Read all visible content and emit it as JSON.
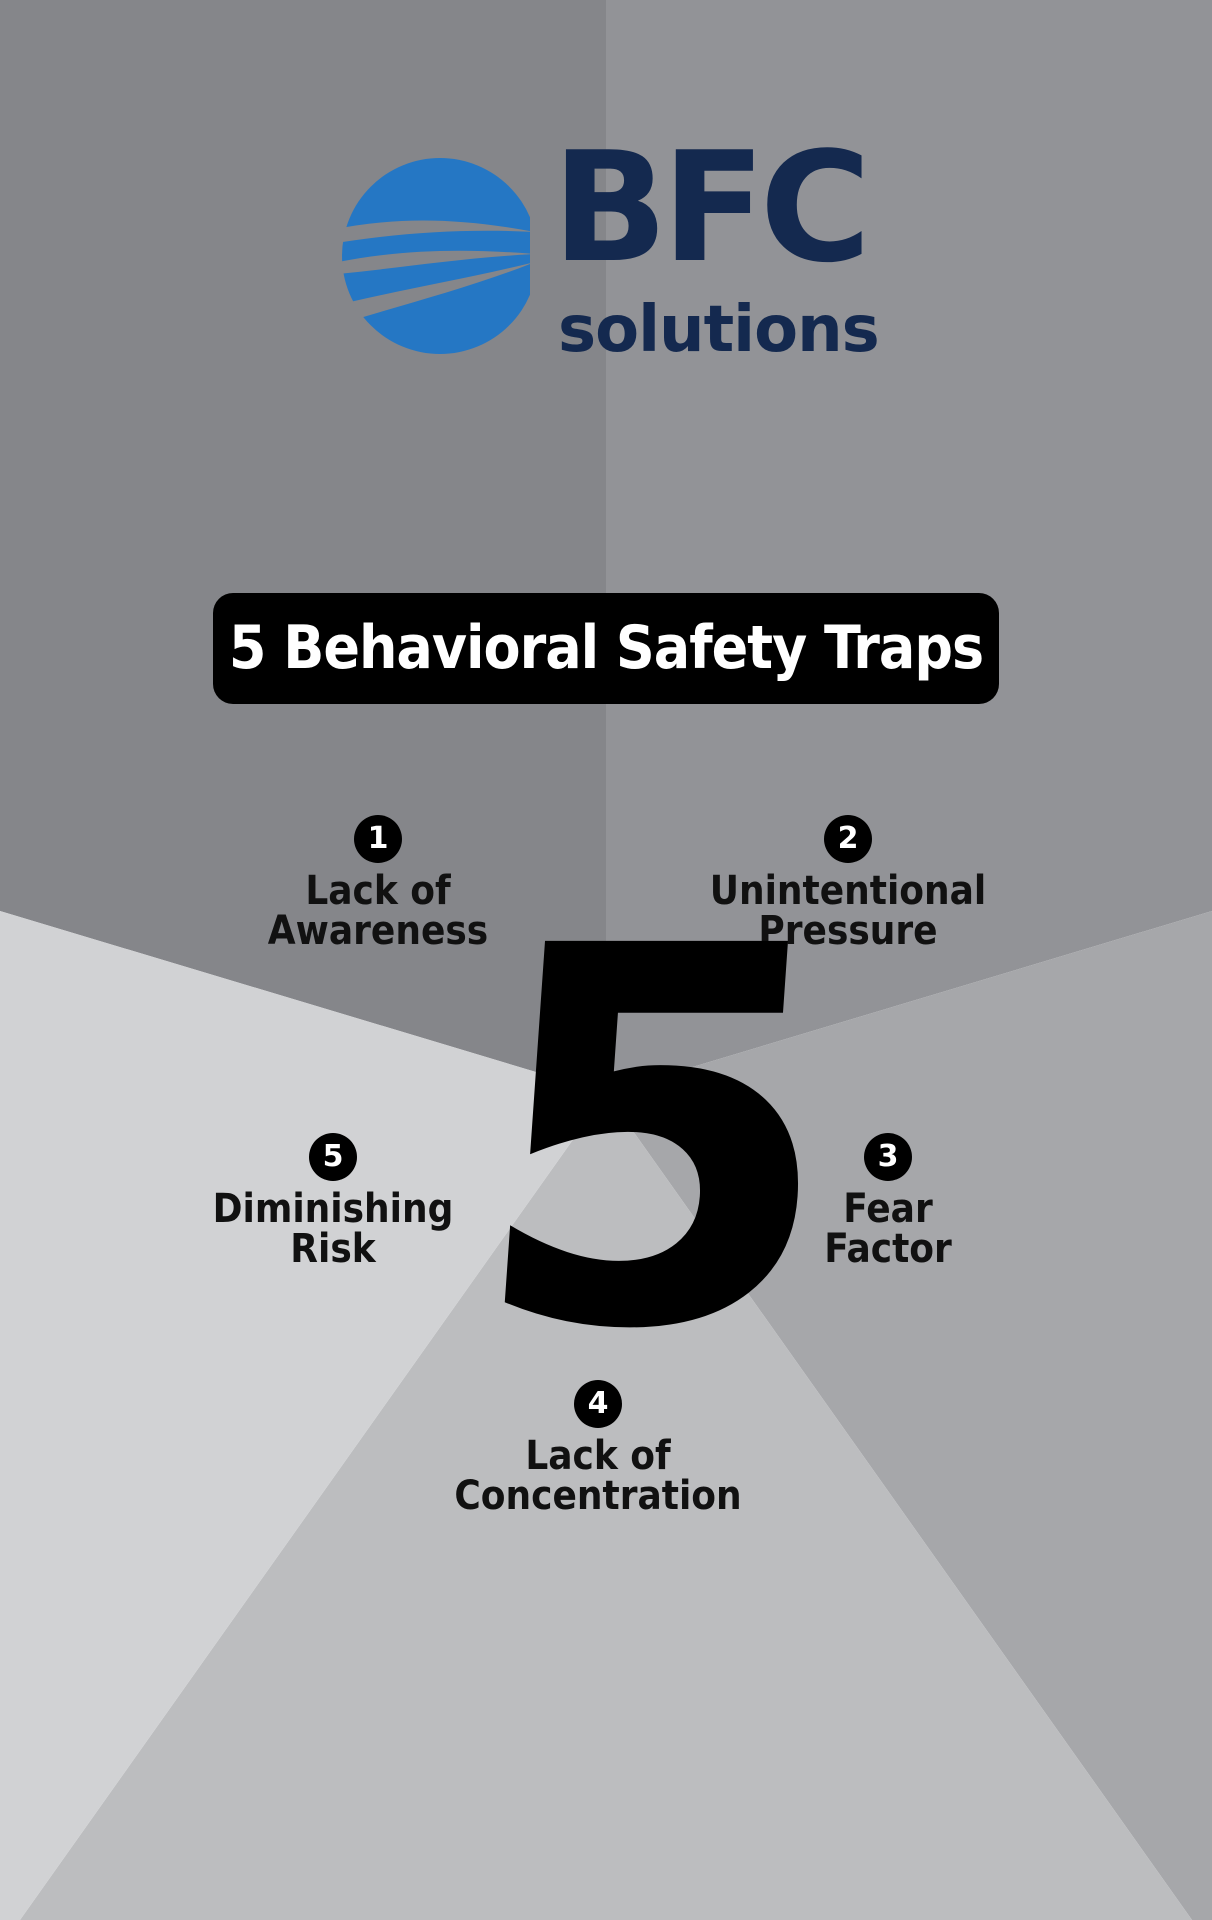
{
  "logo": {
    "line1": "BFC",
    "line2": "solutions",
    "icon": "globe-swoosh-icon"
  },
  "title": "5 Behavioral Safety Traps",
  "center_number": "5",
  "traps": [
    {
      "number": "1",
      "label": "Lack of\nAwareness"
    },
    {
      "number": "2",
      "label": "Unintentional\nPressure"
    },
    {
      "number": "3",
      "label": "Fear\nFactor"
    },
    {
      "number": "4",
      "label": "Lack of\nConcentration"
    },
    {
      "number": "5",
      "label": "Diminishing\nRisk"
    }
  ],
  "colors": {
    "segment_top_left": "#85868a",
    "segment_top_right": "#929397",
    "segment_right": "#a6a7aa",
    "segment_bottom": "#bcbdbf",
    "segment_left": "#d1d2d4",
    "logo_blue": "#2577c4",
    "logo_navy": "#14294f"
  }
}
